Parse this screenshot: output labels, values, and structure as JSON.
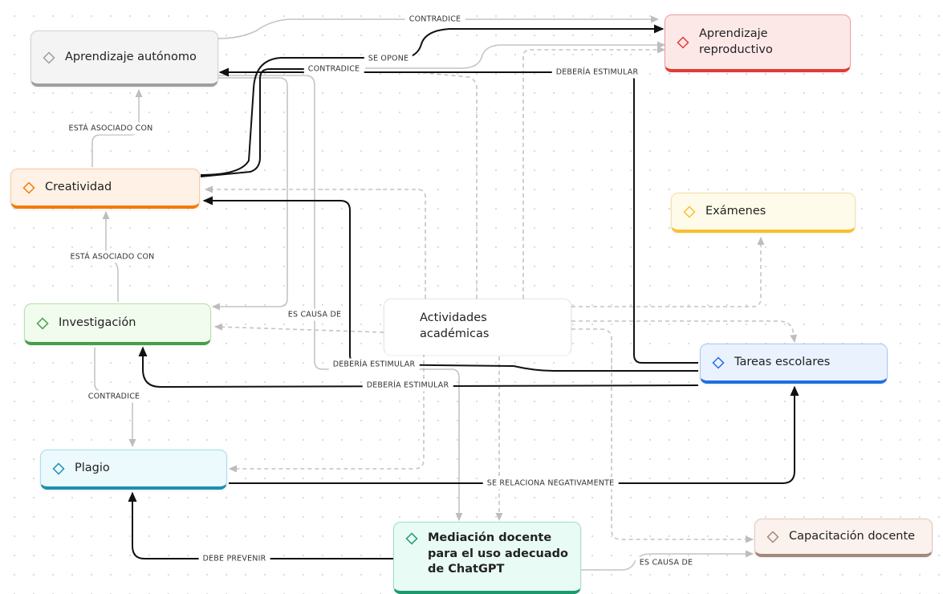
{
  "nodes": {
    "aprendizaje_autonomo": {
      "label": "Aprendizaje autónomo",
      "border": "#d2d2d2",
      "fill": "#f4f4f4",
      "accent": "#9e9e9e",
      "icon": "diamond-icon"
    },
    "aprendizaje_reproductivo": {
      "label": "Aprendizaje\nreproductivo",
      "border": "#ef9a9a",
      "fill": "#fde8e8",
      "accent": "#e53935",
      "icon": "diamond-icon"
    },
    "creatividad": {
      "label": "Creatividad",
      "border": "#f6c9a4",
      "fill": "#fff1e6",
      "accent": "#f57c00",
      "icon": "diamond-icon"
    },
    "examenes": {
      "label": "Exámenes",
      "border": "#f4e1a6",
      "fill": "#fffbea",
      "accent": "#f9c02a",
      "icon": "diamond-icon"
    },
    "investigacion": {
      "label": "Investigación",
      "border": "#b9e0a9",
      "fill": "#f1fbee",
      "accent": "#43a047",
      "icon": "diamond-icon"
    },
    "actividades_academicas": {
      "label": "Actividades\nacadémicas",
      "border": "#e6e6e6",
      "fill": "#ffffff",
      "accent": "#ffffff",
      "icon": ""
    },
    "tareas_escolares": {
      "label": "Tareas escolares",
      "border": "#a9c8f5",
      "fill": "#eaf2fe",
      "accent": "#1e6fe0",
      "icon": "diamond-icon"
    },
    "plagio": {
      "label": "Plagio",
      "border": "#a6dff0",
      "fill": "#ecf9fd",
      "accent": "#1d8fb3",
      "icon": "diamond-icon"
    },
    "mediacion_docente": {
      "label": "Mediación docente\npara el uso adecuado\nde ChatGPT",
      "border": "#9fe0c9",
      "fill": "#e8fbf4",
      "accent": "#1c9a6e",
      "icon": "diamond-icon"
    },
    "capacitacion_docente": {
      "label": "Capacitación docente",
      "border": "#e2c8bd",
      "fill": "#fbf1ed",
      "accent": "#a1887f",
      "icon": "diamond-icon"
    }
  },
  "edge_labels": {
    "contradice_top": "CONTRADICE",
    "contradice_mid": "CONTRADICE",
    "se_opone": "SE OPONE",
    "deberia_estimular_top": "DEBERÍA ESTIMULAR",
    "esta_asociado_1": "ESTÁ ASOCIADO CON",
    "esta_asociado_2": "ESTÁ ASOCIADO CON",
    "es_causa_de_1": "ES CAUSA DE",
    "deberia_estimular_mid": "DEBERÍA ESTIMULAR",
    "deberia_estimular_low": "DEBERÍA ESTIMULAR",
    "contradice_low": "CONTRADICE",
    "se_relaciona": "SE RELACIONA NEGATIVAMENTE",
    "debe_prevenir": "DEBE PREVENIR",
    "es_causa_de_2": "ES CAUSA DE"
  }
}
